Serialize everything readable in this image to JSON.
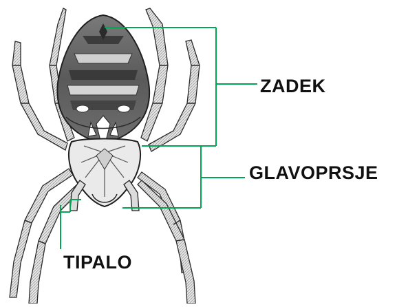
{
  "labels": {
    "abdomen": "ZADEK",
    "cephalothorax": "GLAVOPRSJE",
    "pedipalp": "TIPALO"
  },
  "colors": {
    "leader_line": "#00a651",
    "text": "#111111",
    "body_dark": "#555555",
    "body_mid": "#8a8a8a",
    "body_light": "#d8d8d8",
    "outline": "#222222"
  }
}
